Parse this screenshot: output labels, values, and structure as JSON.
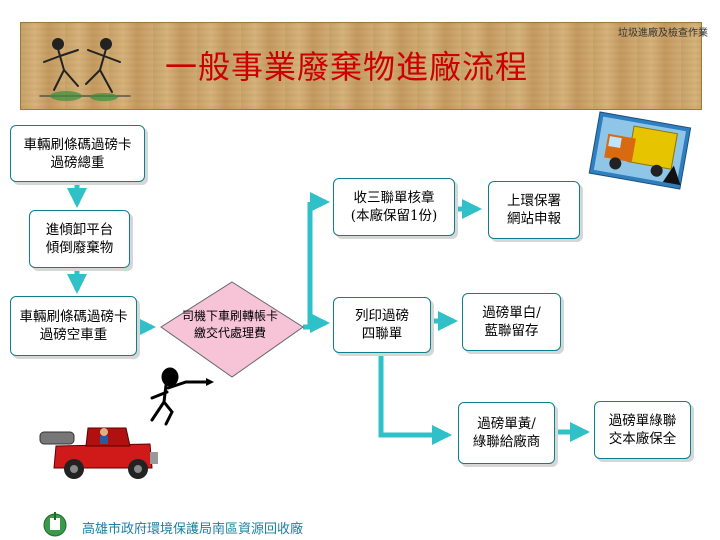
{
  "header": {
    "title": "一般事業廢棄物進廠流程",
    "corner_label": "垃圾進廠及檢查作業"
  },
  "steps": {
    "s1": "車輛刷條碼過磅卡\n過磅總重",
    "s2": "進傾卸平台\n傾倒廢棄物",
    "s3": "車輛刷條碼過磅卡\n過磅空車重",
    "diamond": "司機下車刷轉帳卡\n繳交代處理費",
    "s4": "收三聯單核章\n(本廠保留1份)",
    "s5": "上環保署\n網站申報",
    "s6": "列印過磅\n四聯單",
    "s7": "過磅單白/\n藍聯留存",
    "s8": "過磅單黃/\n綠聯給廠商",
    "s9": "過磅單綠聯\n交本廠保全"
  },
  "footer": {
    "org_name": "高雄市政府環境保護局南區資源回收廠"
  },
  "colors": {
    "title": "#cc0000",
    "arrow": "#2fc0c8",
    "box_border": "#0e7f8c",
    "diamond_fill": "#f7c3d7"
  },
  "icons": [
    "runners-clipart",
    "garbage-truck-clipart",
    "stick-figure-pointing",
    "red-vintage-car-clipart",
    "plant-logo-icon"
  ]
}
